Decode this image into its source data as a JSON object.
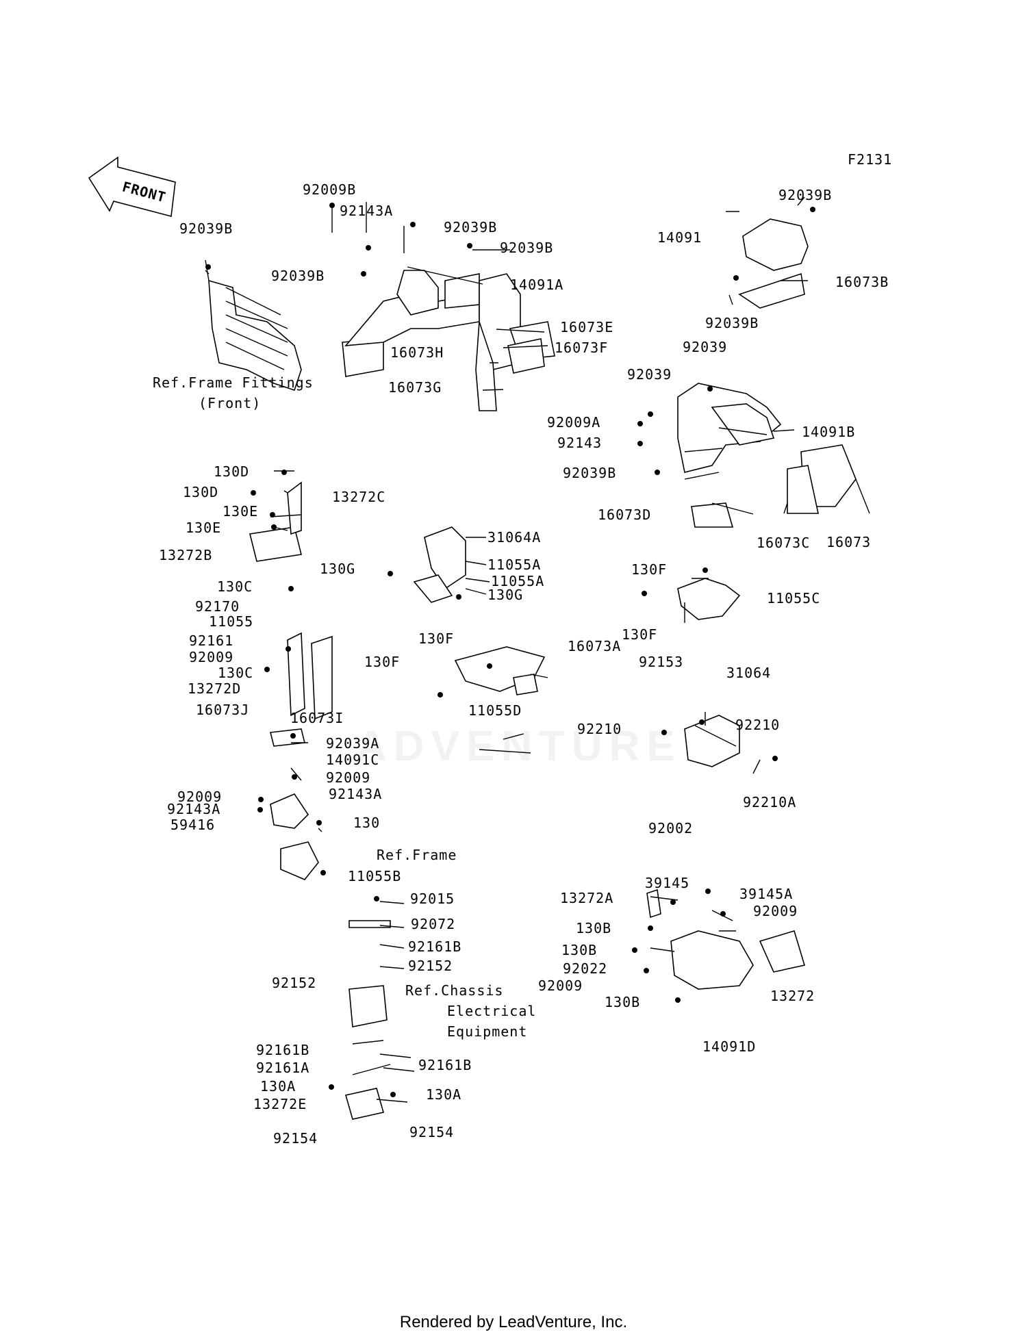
{
  "diagram_code": "F2131",
  "direction_label": "FRONT",
  "watermark": "ADVENTURE",
  "footer": "Rendered by LeadVenture, Inc.",
  "reference_notes": {
    "frame_fittings_front_1": "Ref.Frame Fittings",
    "frame_fittings_front_2": "(Front)",
    "frame": "Ref.Frame",
    "chassis_1": "Ref.Chassis",
    "chassis_2": "Electrical",
    "chassis_3": "Equipment"
  },
  "callouts": [
    "92039B",
    "92009B",
    "92143A",
    "92039B",
    "92039B",
    "92039B",
    "14091A",
    "16073E",
    "16073H",
    "16073F",
    "16073G",
    "92039B",
    "14091",
    "16073B",
    "92039B",
    "92039",
    "92039",
    "92009A",
    "92143",
    "14091B",
    "92039B",
    "16073D",
    "16073C",
    "16073",
    "130D",
    "130D",
    "13272C",
    "130E",
    "130E",
    "13272B",
    "31064A",
    "130G",
    "11055A",
    "11055A",
    "130G",
    "130C",
    "92170",
    "11055",
    "92161",
    "92009",
    "130C",
    "13272D",
    "16073J",
    "16073I",
    "130F",
    "130F",
    "16073A",
    "11055D",
    "130F",
    "11055C",
    "130F",
    "92153",
    "31064",
    "92210",
    "92210",
    "92210A",
    "92002",
    "92039A",
    "14091C",
    "92009",
    "92143A",
    "92009",
    "92143A",
    "59416",
    "130",
    "11055B",
    "92015",
    "92072",
    "92161B",
    "92152",
    "92152",
    "92161B",
    "92161A",
    "92161B",
    "130A",
    "130A",
    "13272E",
    "92154",
    "92154",
    "39145",
    "13272A",
    "39145A",
    "92009",
    "130B",
    "130B",
    "92022",
    "92009",
    "130B",
    "13272",
    "14091D"
  ]
}
